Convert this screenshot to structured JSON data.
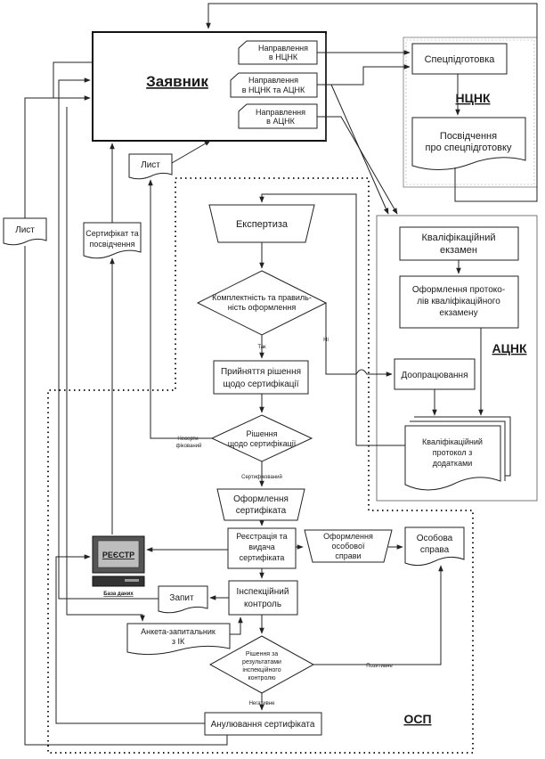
{
  "zayavnyk": "Заявник",
  "nasch": {
    "to_ntsnk": [
      "Направлення",
      "в НЦНК"
    ],
    "to_both": [
      "Направлення",
      "в НЦНК та АЦНК"
    ],
    "to_atsnk": [
      "Направлення",
      "в АЦНК"
    ]
  },
  "ntsnk": {
    "label": "НЦНК",
    "training": "Спецпідготовка",
    "certificate_doc": [
      "Посвідчення",
      "про спецпідготовку"
    ]
  },
  "atsnk": {
    "label": "АЦНК",
    "exam": [
      "Кваліфікаційний",
      "екзамен"
    ],
    "protocols": [
      "Оформлення протоко-",
      "лів кваліфікаційного",
      "екзамену"
    ],
    "rework": "Доопрацювання",
    "protocol_doc": [
      "Кваліфікаційний",
      "протокол з",
      "додатками"
    ]
  },
  "osp": {
    "label": "ОСП",
    "expertise": "Експертиза",
    "completeness": [
      "Комплектність та правиль-",
      "ність оформлення"
    ],
    "yes": "Так",
    "no": "Ні",
    "decision_making": [
      "Прийняття рішення",
      "щодо сертифікації"
    ],
    "decision": [
      "Рішення",
      "щодо сертифікації"
    ],
    "not_certified": [
      "Несерти-",
      "фікований"
    ],
    "certified": "Сертифікований",
    "prepare_cert": [
      "Оформлення",
      "сертифіката"
    ],
    "register_issue": [
      "Реєстрація та",
      "видача",
      "сертифіката"
    ],
    "personal_file_prep": [
      "Оформлення",
      "особової",
      "справи"
    ],
    "personal_file": [
      "Особова",
      "справа"
    ],
    "registry": "РЕЄСТР",
    "database": "База даних",
    "request": "Запит",
    "inspection": [
      "Інспекційний",
      "контроль"
    ],
    "questionnaire": [
      "Анкета-запитальник",
      "з ІК"
    ],
    "inspection_decision": [
      "Рішення за",
      "результатами",
      "інспекційного",
      "контролю"
    ],
    "positive": "Позитивне",
    "negative": "Негативне",
    "cancel": "Анулювання сертифіката"
  },
  "letter_top": "Лист",
  "letter_left": "Лист",
  "cert_and_doc": [
    "Сертифікат та",
    "посвідчення"
  ]
}
